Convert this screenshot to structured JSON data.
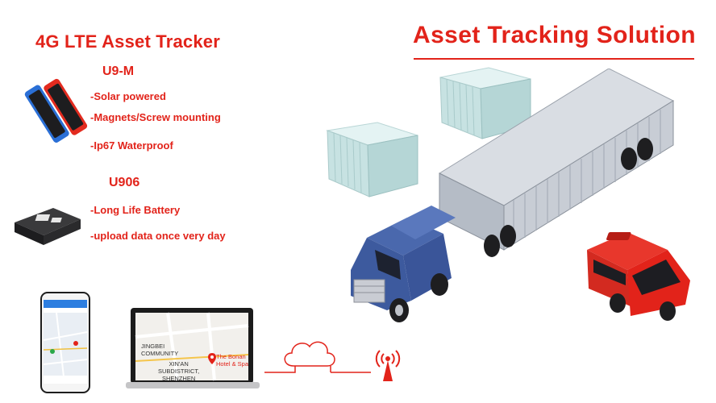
{
  "left_title": "4G LTE Asset Tracker",
  "solution_title": "Asset Tracking Solution",
  "products": [
    {
      "model": "U9-M",
      "features": [
        "-Solar powered",
        "-Magnets/Screw mounting",
        "-Ip67 Waterproof"
      ]
    },
    {
      "model": "U906",
      "features": [
        "-Long Life Battery",
        "-upload data once very day"
      ]
    }
  ],
  "map_labels": {
    "l1": "JINGBEI",
    "l2": "COMMUNITY",
    "l3": "XIN'AN",
    "l4": "SUBDISTRICT,",
    "l5": "SHENZHEN",
    "poi1": "The Bonan",
    "poi2": "Hotel & Spa"
  },
  "colors": {
    "accent": "#e2231a",
    "container": "#cfe8e8",
    "truck_cab": "#3d5a9e",
    "van": "#e2231a"
  }
}
